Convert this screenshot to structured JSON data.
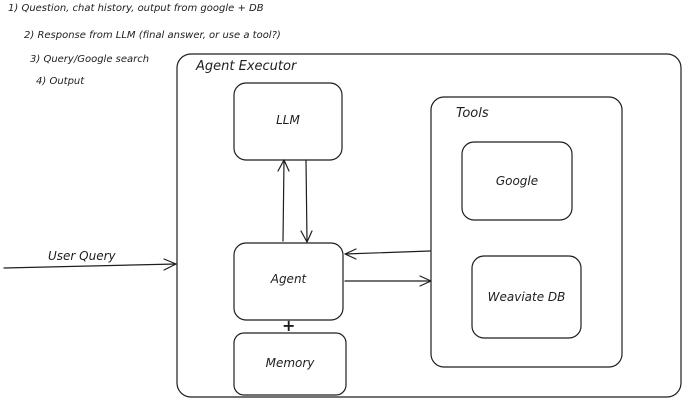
{
  "notes": [
    "1) Question, chat history, output from google + DB",
    "2) Response from LLM (final answer, or use a tool?)",
    "3) Query/Google search",
    "4) Output"
  ],
  "executor": {
    "label": "Agent Executor"
  },
  "llm": {
    "label": "LLM"
  },
  "agent": {
    "label": "Agent"
  },
  "memory": {
    "label": "Memory"
  },
  "plus": "+",
  "tools": {
    "label": "Tools",
    "google": "Google",
    "weaviate": "Weaviate DB"
  },
  "user_query": "User Query",
  "colors": {
    "stroke": "#1e1e1e",
    "background": "#ffffff"
  }
}
